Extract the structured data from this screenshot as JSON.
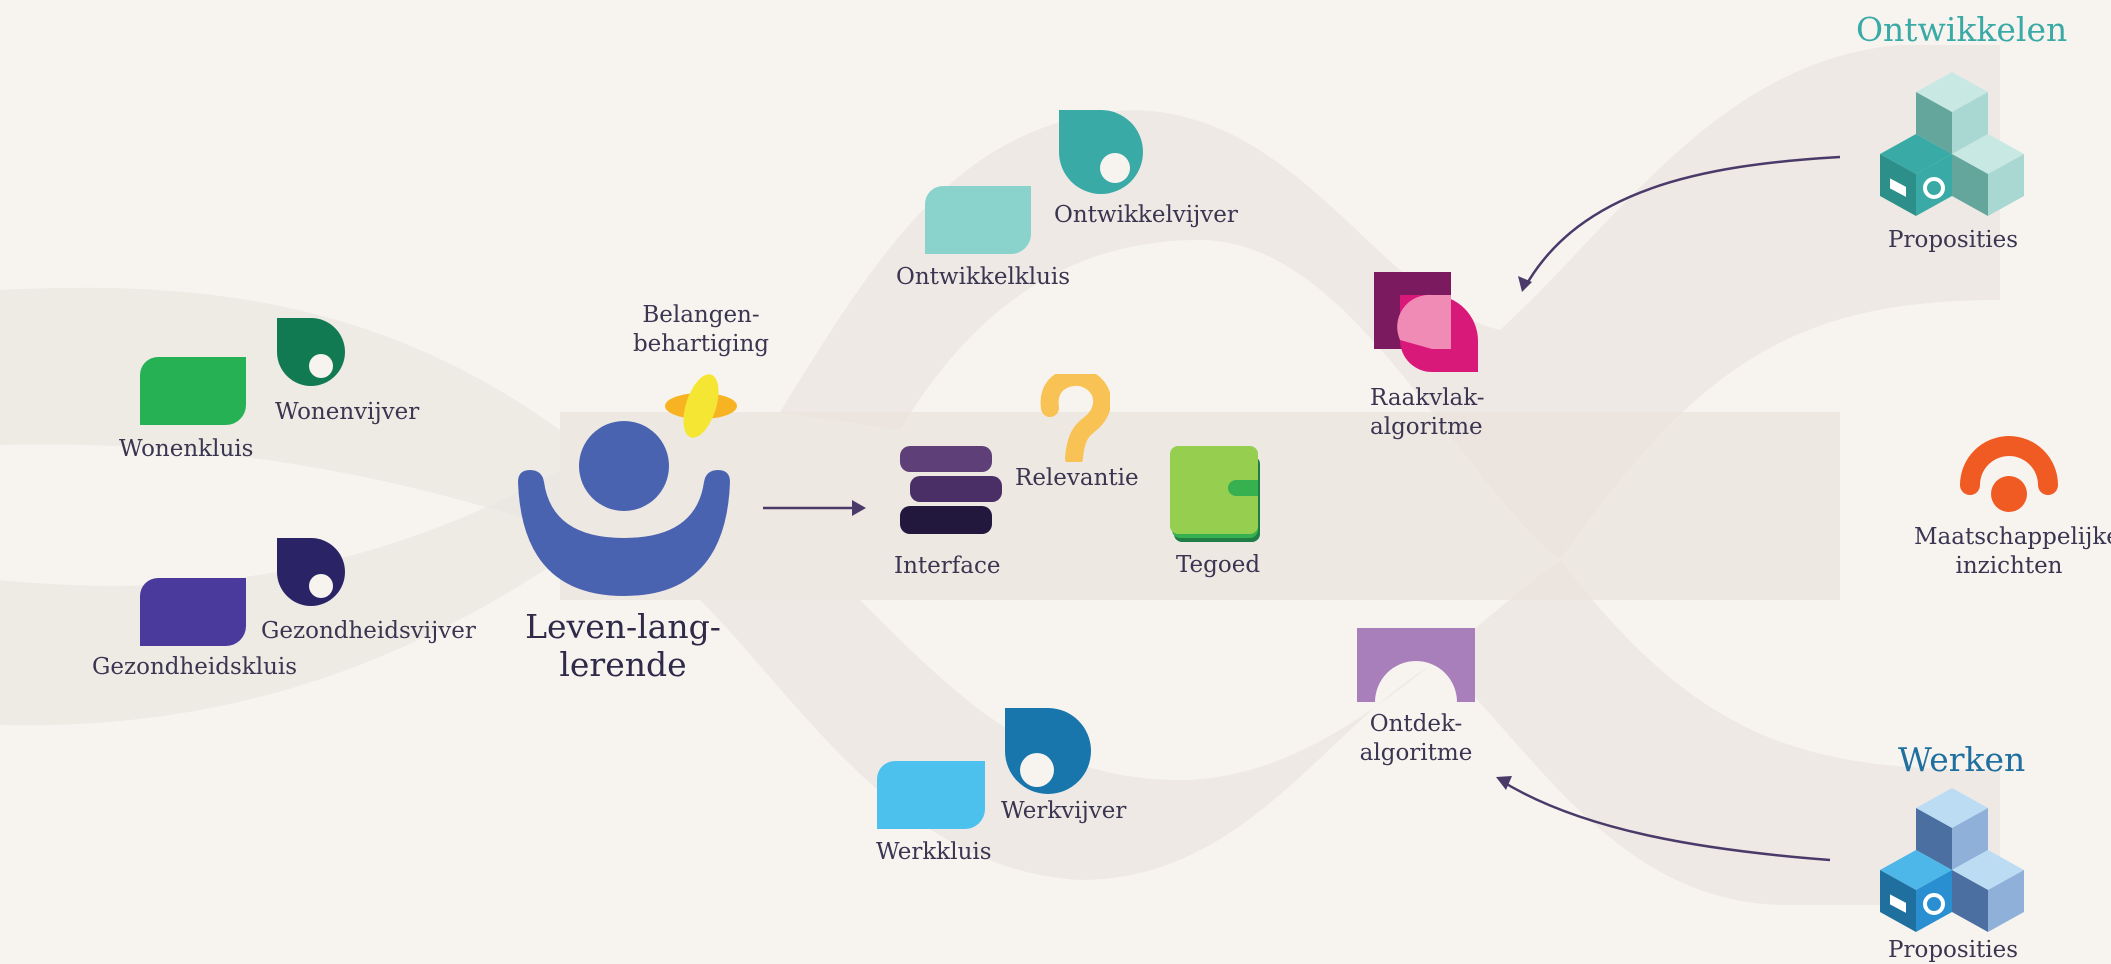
{
  "colors": {
    "background": "#f7f4f0",
    "flow": "#e6e0da",
    "arrow": "#4a3a6a",
    "ontwikkelen": "#3aaaa6",
    "werken": "#1f6f9f",
    "wonen": "#27b155",
    "gezondheid": "#4a3a9c",
    "person": "#4a63b1",
    "accent_orange": "#f05a23"
  },
  "headings": {
    "ontwikkelen": "Ontwikkelen",
    "werken": "Werken"
  },
  "labels": {
    "wonenkluis": "Wonenkluis",
    "wonenvijver": "Wonenvijver",
    "gezondheidskluis": "Gezondheidskluis",
    "gezondheidsvijver": "Gezondheidsvijver",
    "belangen_1": "Belangen-",
    "belangen_2": "behartiging",
    "person_1": "Leven-lang-",
    "person_2": "lerende",
    "ontwikkelkluis": "Ontwikkelkluis",
    "ontwikkelvijver": "Ontwikkelvijver",
    "interface": "Interface",
    "relevantie": "Relevantie",
    "tegoed": "Tegoed",
    "werkkluis": "Werkkluis",
    "werkvijver": "Werkvijver",
    "raakvlak_1": "Raakvlak-",
    "raakvlak_2": "algoritme",
    "ontdek_1": "Ontdek-",
    "ontdek_2": "algoritme",
    "proposities_top": "Proposities",
    "proposities_bottom": "Proposities",
    "maatschappelijk_1": "Maatschappelijke",
    "maatschappelijk_2": "inzichten"
  },
  "icons": [
    "wonenkluis-icon",
    "wonenvijver-icon",
    "gezondheidskluis-icon",
    "gezondheidsvijver-icon",
    "belangenbehartiging-icon",
    "person-icon",
    "ontwikkelkluis-icon",
    "ontwikkelvijver-icon",
    "interface-icon",
    "relevantie-icon",
    "tegoed-icon",
    "werkkluis-icon",
    "werkvijver-icon",
    "raakvlak-icon",
    "ontdek-icon",
    "cubes-icon",
    "maatschappelijk-icon"
  ]
}
